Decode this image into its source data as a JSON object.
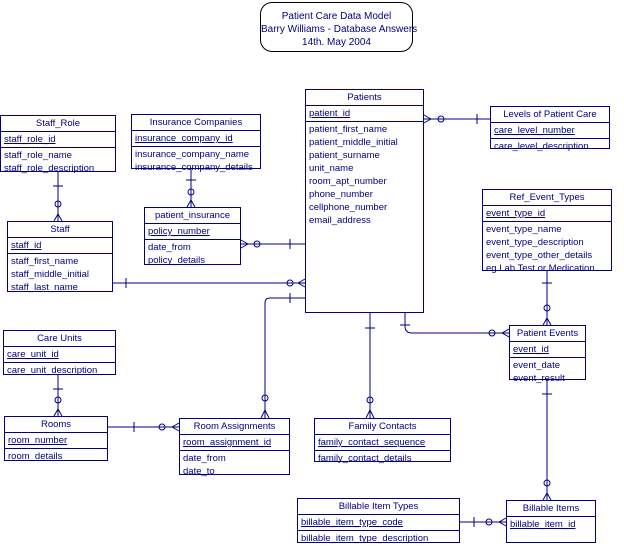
{
  "title": {
    "line1": "Patient Care Data Model",
    "line2": "Barry Williams - Database Answers",
    "line3": "14th. May 2004"
  },
  "entities": {
    "staff_role": {
      "name": "Staff_Role",
      "keys": [
        "staff_role_id"
      ],
      "attrs": [
        "staff_role_name",
        "staff_role_description"
      ]
    },
    "insurance_companies": {
      "name": "Insurance Companies",
      "keys": [
        "insurance_company_id"
      ],
      "attrs": [
        "insurance_company_name",
        "insurance_company_details"
      ]
    },
    "patients": {
      "name": "Patients",
      "keys": [
        "patient_id"
      ],
      "attrs": [
        "patient_first_name",
        "patient_middle_initial",
        "patient_surname",
        "unit_name",
        "room_apt_number",
        "phone_number",
        "cellphone_number",
        "email_address"
      ]
    },
    "levels_of_patient_care": {
      "name": "Levels of Patient Care",
      "keys": [
        "care_level_number"
      ],
      "attrs": [
        "care_level_description"
      ]
    },
    "patient_insurance": {
      "name": "patient_insurance",
      "keys": [
        "policy_number"
      ],
      "attrs": [
        "date_from",
        "policy_details"
      ]
    },
    "staff": {
      "name": "Staff",
      "keys": [
        "staff_id"
      ],
      "attrs": [
        "staff_first_name",
        "staff_middle_initial",
        "staff_last_name"
      ]
    },
    "ref_event_types": {
      "name": "Ref_Event_Types",
      "keys": [
        "event_type_id"
      ],
      "attrs": [
        "event_type_name",
        "event_type_description",
        "event_type_other_details",
        "eg Lab Test or Medication"
      ]
    },
    "care_units": {
      "name": "Care Units",
      "keys": [
        "care_unit_id"
      ],
      "attrs": [
        "care_unit_description"
      ]
    },
    "patient_events": {
      "name": "Patient Events",
      "keys": [
        "event_id"
      ],
      "attrs": [
        "event_date",
        "event_result"
      ]
    },
    "rooms": {
      "name": "Rooms",
      "keys": [
        "room_number"
      ],
      "attrs": [
        "room_details"
      ]
    },
    "room_assignments": {
      "name": "Room Assignments",
      "keys": [
        "room_assignment_id"
      ],
      "attrs": [
        "date_from",
        "date_to"
      ]
    },
    "family_contacts": {
      "name": "Family Contacts",
      "keys": [
        "family_contact_sequence"
      ],
      "attrs": [
        "family_contact_details"
      ]
    },
    "billable_item_types": {
      "name": "Billable Item Types",
      "keys": [
        "billable_item_type_code"
      ],
      "attrs": [
        "billable_item_type_description"
      ]
    },
    "billable_items": {
      "name": "Billable Items",
      "keys": [
        "billable_item_id"
      ],
      "attrs": []
    }
  },
  "colors": {
    "entity": "#000080",
    "line": "#000080",
    "background": "#ffffff"
  }
}
